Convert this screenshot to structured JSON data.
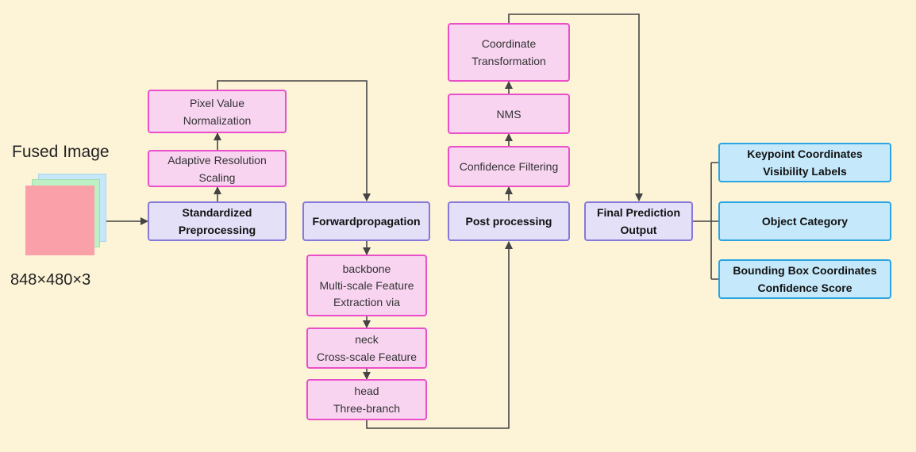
{
  "input": {
    "title": "Fused Image",
    "dims": "848×480×3",
    "layer_colors": [
      "#f9a0a8",
      "#bdf0c4",
      "#c6e6fa"
    ]
  },
  "nodes": {
    "standardized": "Standardized\nPreprocessing",
    "adaptive": "Adaptive Resolution\nScaling",
    "pixel": "Pixel Value\nNormalization",
    "forward": "Forwardpropagation",
    "backbone": "backbone\nMulti-scale Feature\nExtraction via",
    "neck": "neck\nCross-scale Feature",
    "head": "head\nThree-branch",
    "post": "Post processing",
    "confidence": "Confidence Filtering",
    "nms": "NMS",
    "coord": "Coordinate\nTransformation",
    "final": "Final Prediction\nOutput",
    "keypoint": "Keypoint Coordinates\nVisibility Labels",
    "category": "Object Category",
    "bbox": "Bounding Box Coordinates\nConfidence Score"
  },
  "colors": {
    "background": "#fdf4d8",
    "pink_fill": "#f8d4f1",
    "pink_border": "#e94fc8",
    "lavender_fill": "#e4e0f8",
    "lavender_border": "#8579db",
    "blue_fill": "#c5e9fb",
    "blue_border": "#2aa4e2",
    "connector": "#444444"
  }
}
